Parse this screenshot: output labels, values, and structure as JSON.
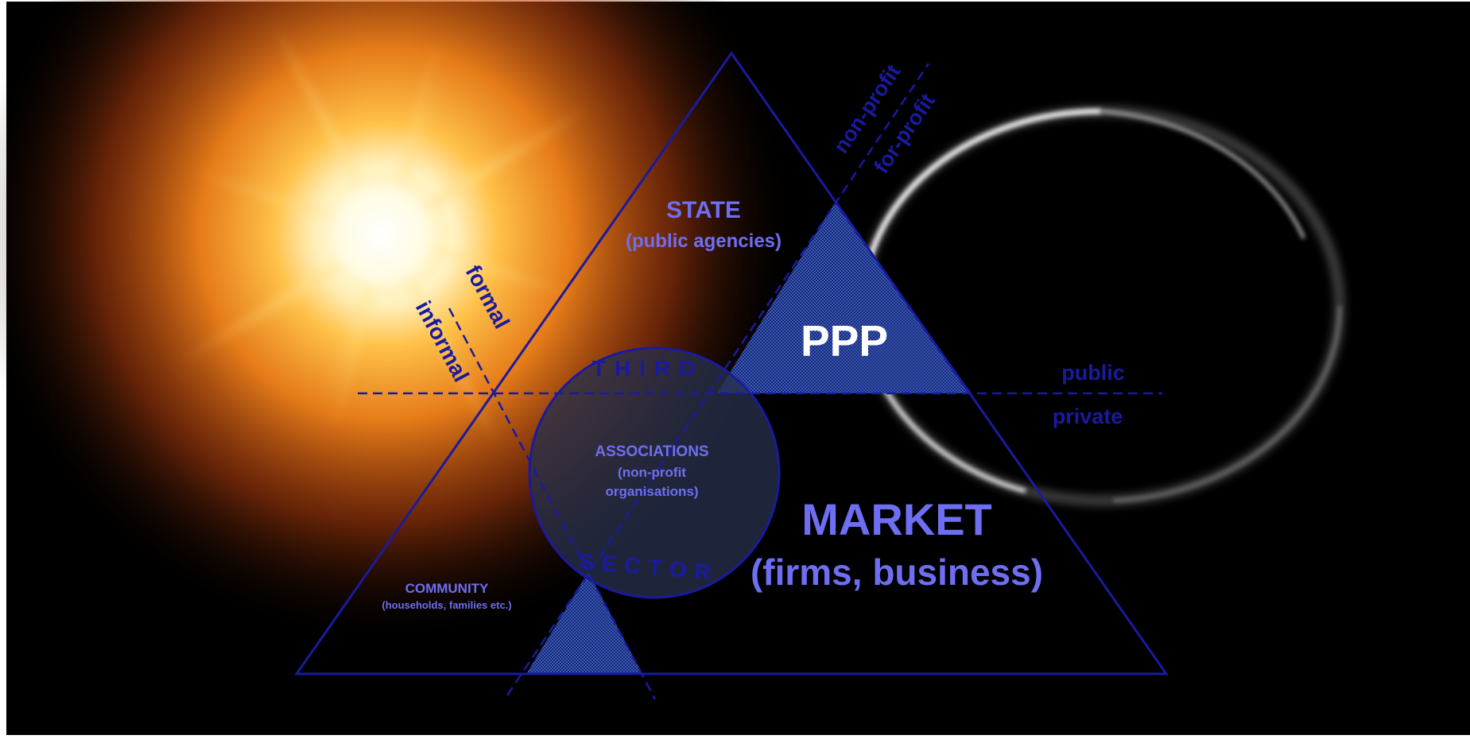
{
  "colors": {
    "background": "#000000",
    "frame": "#ffffff",
    "lines": "#1a1aa0",
    "label_light": "#6e6ef2",
    "label_dark": "#1a1aa0",
    "ppp_text": "#ffffff",
    "sun_core": "#fffbe8",
    "sun_glow": "#ff8a1c"
  },
  "labels": {
    "state_title": "STATE",
    "state_sub": "(public agencies)",
    "ppp": "PPP",
    "third": "THIRD",
    "sector": "SECTOR",
    "associations_title": "ASSOCIATIONS",
    "associations_sub1": "(non-profit",
    "associations_sub2": "organisations)",
    "community_title": "COMMUNITY",
    "community_sub": "(households, families etc.)",
    "market_title": "MARKET",
    "market_sub": "(firms, business)",
    "public": "public",
    "private": "private",
    "formal": "formal",
    "informal": "informal",
    "non_profit": "non-profit",
    "for_profit": "for-profit"
  }
}
